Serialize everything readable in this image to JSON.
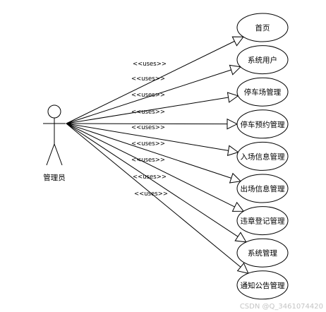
{
  "actor": {
    "label": "管理员"
  },
  "relationship_label": "<<uses>>",
  "use_cases": [
    {
      "label": "首页"
    },
    {
      "label": "系统用户"
    },
    {
      "label": "停车场管理"
    },
    {
      "label": "停车预约管理"
    },
    {
      "label": "入场信息管理"
    },
    {
      "label": "出场信息管理"
    },
    {
      "label": "违章登记管理"
    },
    {
      "label": "系统管理"
    },
    {
      "label": "通知公告管理"
    }
  ],
  "watermark": "CSDN @Q_3461074420"
}
